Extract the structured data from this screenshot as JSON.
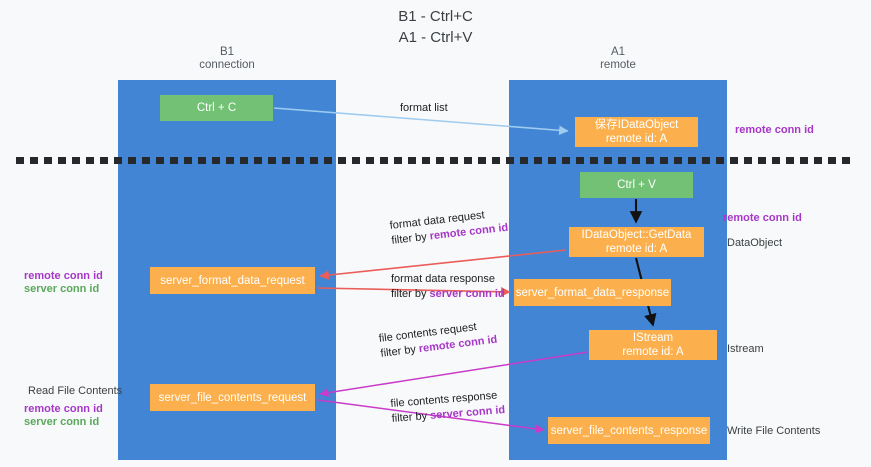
{
  "title": {
    "line1": "B1 - Ctrl+C",
    "line2": "A1 - Ctrl+V"
  },
  "lanes": [
    {
      "id": "b1",
      "name": "B1",
      "role": "connection"
    },
    {
      "id": "a1",
      "name": "A1",
      "role": "remote"
    }
  ],
  "boxes": {
    "ctrl_c": {
      "line1": "Ctrl + C",
      "line2": "",
      "color": "#72c174"
    },
    "ctrl_v": {
      "line1": "Ctrl + V",
      "line2": "",
      "color": "#72c174"
    },
    "idataobject": {
      "line1": "保存IDataObject",
      "line2": "remote id: A",
      "color": "#fbb04d"
    },
    "getdata": {
      "line1": "IDataObject::GetData",
      "line2": "remote id: A",
      "color": "#fbb04d"
    },
    "format_request": {
      "line1": "server_format_data_request",
      "line2": "",
      "color": "#fbb04d"
    },
    "format_response": {
      "line1": "server_format_data_response",
      "line2": "",
      "color": "#fbb04d"
    },
    "istream": {
      "line1": "IStream",
      "line2": "remote id: A",
      "color": "#fbb04d"
    },
    "file_request": {
      "line1": "server_file_contents_request",
      "line2": "",
      "color": "#fbb04d"
    },
    "file_response": {
      "line1": "server_file_contents_response",
      "line2": "",
      "color": "#fbb04d"
    }
  },
  "edge_labels": {
    "format_list": "format list",
    "format_data_request": {
      "line1": "format data request",
      "prefix": "filter by ",
      "highlight": "remote conn id"
    },
    "format_data_response": {
      "line1": "format data response",
      "prefix": "filter by ",
      "highlight": "server conn id"
    },
    "file_contents_request": {
      "line1": "file contents request",
      "prefix": "filter by ",
      "highlight": "remote conn id"
    },
    "file_contents_response": {
      "line1": "file contents response",
      "prefix": "filter by ",
      "highlight": "server conn id"
    }
  },
  "notes": {
    "remote_conn_id_top": "remote conn id",
    "remote_conn_id_mid": "remote conn id",
    "dataobject": "DataObject",
    "istream": "Istream",
    "write_file_contents": "Write File Contents",
    "read_file_contents": "Read File Contents",
    "left_pair_1_a": "remote conn id",
    "left_pair_1_b": "server conn id",
    "left_pair_2_a": "remote conn id",
    "left_pair_2_b": "server conn id"
  },
  "colors": {
    "lane": "#4285d4",
    "green_box": "#72c174",
    "orange_box": "#fbb04d",
    "purple_text": "#a737c8",
    "green_text": "#5aa85c",
    "red_arrow": "#ea5d5a",
    "magenta_arrow": "#c93bc9",
    "blue_arrow": "#9ecbf0",
    "black_arrow": "#000000",
    "background": "#f8f9fa"
  }
}
